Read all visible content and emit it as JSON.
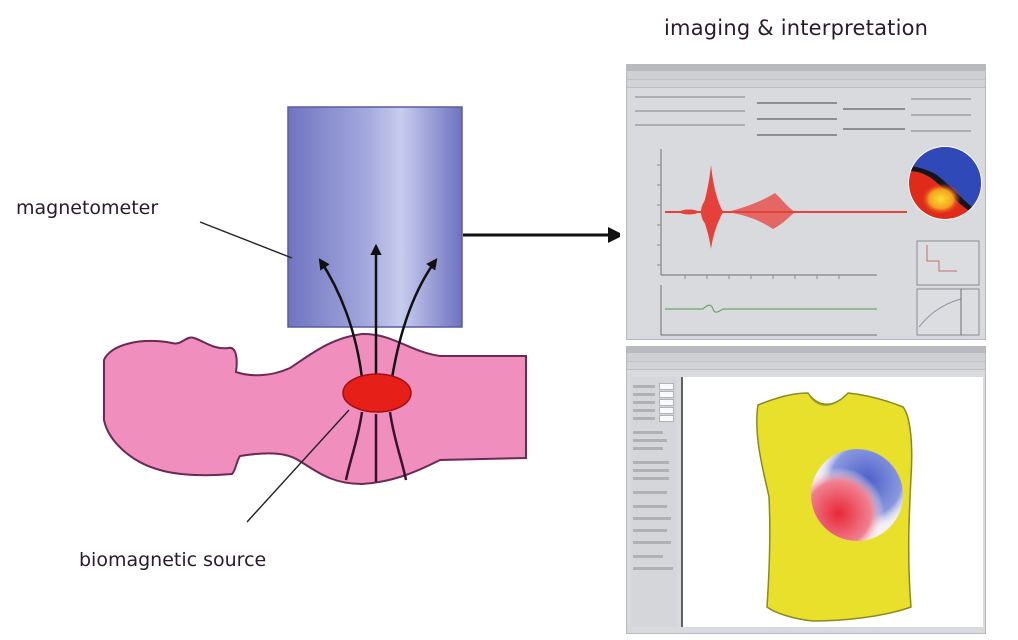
{
  "diagram": {
    "title": "imaging & interpretation",
    "labels": {
      "magnetometer": "magnetometer",
      "biomagnetic_source": "biomagnetic source"
    },
    "colors": {
      "magnetometer_fill_dark": "#7377c2",
      "magnetometer_fill_light": "#c4c8ec",
      "body_fill": "#f090bf",
      "body_outline": "#6a2a55",
      "source_fill": "#e8221c",
      "arrow": "#111111",
      "window_bg": "#d9dadd",
      "signal_red": "#e8302a",
      "signal_green": "#6aa86a",
      "torso_yellow": "#e8e02a",
      "map_blue": "#3a50c0",
      "map_red": "#e83040",
      "map_yellow": "#f8d020"
    },
    "screens": [
      {
        "name": "signal-analysis-window",
        "panels": [
          "main-waveform-plot",
          "isofield-map",
          "secondary-trace",
          "inset-plot-top",
          "inset-plot-bottom"
        ]
      },
      {
        "name": "3d-torso-visualization-window",
        "panels": [
          "control-sidebar",
          "torso-3d-view"
        ]
      }
    ]
  }
}
